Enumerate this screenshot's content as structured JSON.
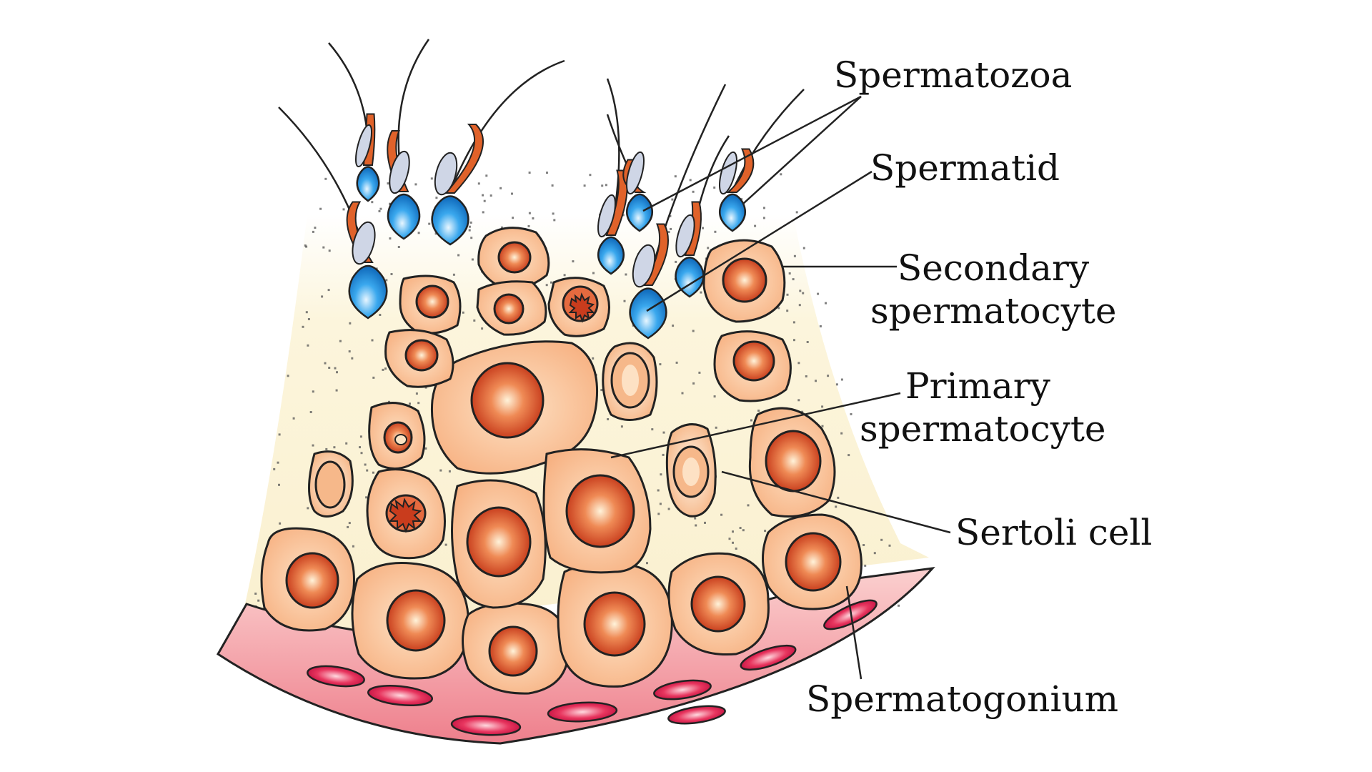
{
  "labels": {
    "spermatozoa": "Spermatozoa",
    "spermatid": "Spermatid",
    "secondary_spermatocyte": [
      "Secondary",
      "spermatocyte"
    ],
    "primary_spermatocyte": [
      "Primary",
      "spermatocyte"
    ],
    "sertoli_cell": "Sertoli cell",
    "spermatogonium": "Spermatogonium"
  },
  "colors": {
    "cell_fill": "#f9b98a",
    "cell_stroke": "#222222",
    "nucleus_fill": "#d9512c",
    "nucleus_core": "#fff2d6",
    "lumen_fill": "#fcf5d8",
    "sperm_head": "#1d8fd8",
    "sperm_midpiece": "#e0622a",
    "basement_fill": "#f08a95",
    "capillary_fill": "#d8184a"
  }
}
